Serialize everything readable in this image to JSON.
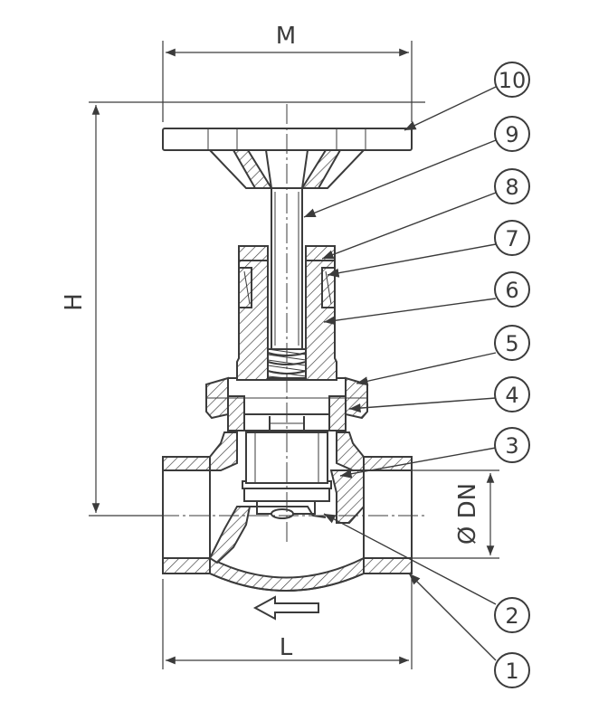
{
  "dimensions": {
    "handwheel_width": "M",
    "overall_height": "H",
    "face_to_face_length": "L",
    "nominal_diameter": "Ø DN"
  },
  "part_numbers": [
    "1",
    "2",
    "3",
    "4",
    "5",
    "6",
    "7",
    "8",
    "9",
    "10"
  ],
  "colors": {
    "line": "#3b3b3b",
    "background": "#ffffff"
  }
}
